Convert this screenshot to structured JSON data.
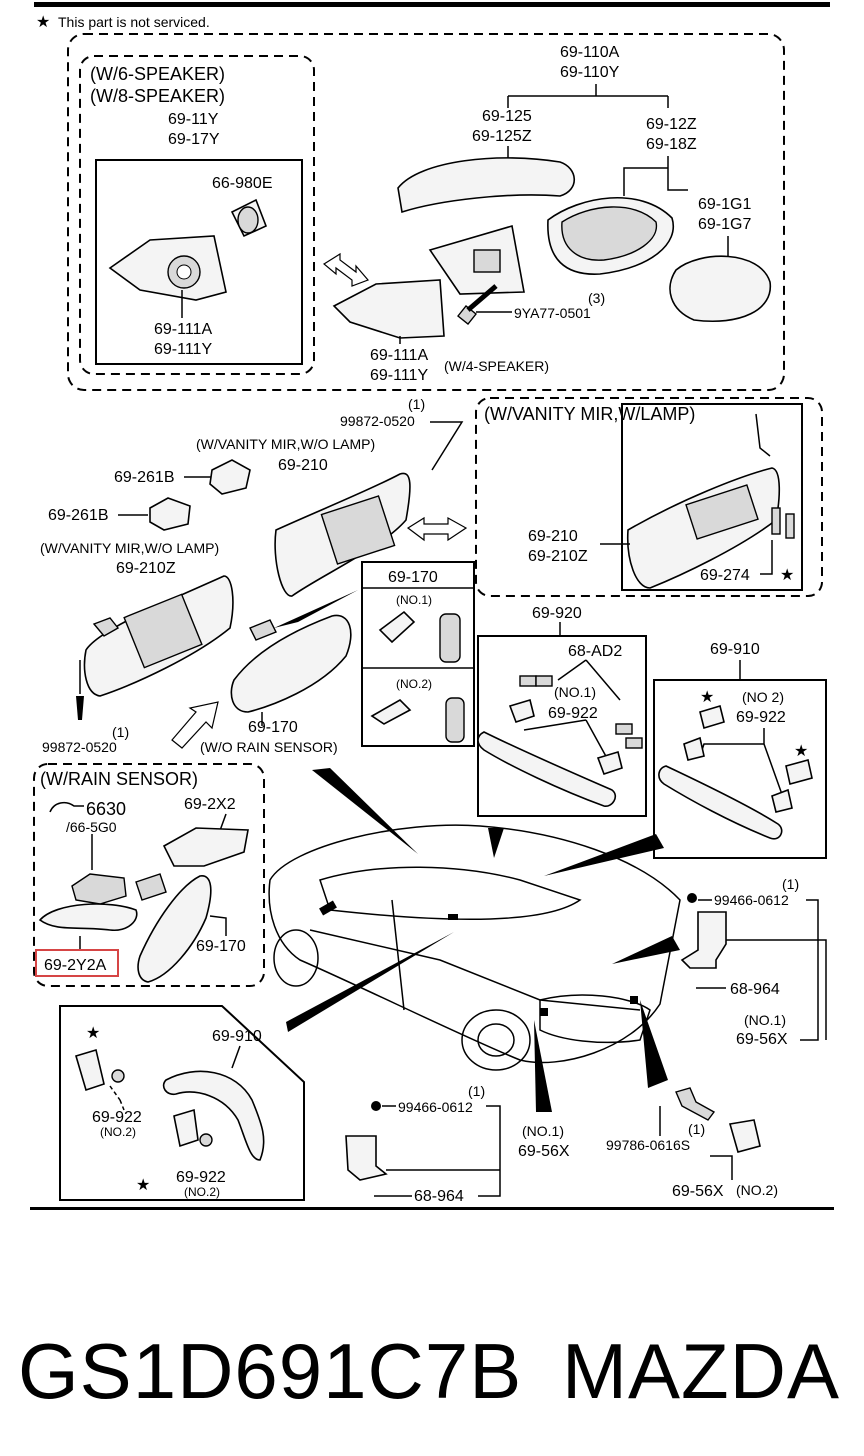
{
  "note": "This part is not serviced.",
  "groups": {
    "speaker": [
      "(W/6-SPEAKER)",
      "(W/8-SPEAKER)"
    ],
    "w4_speaker": "(W/4-SPEAKER)",
    "vanity_wo_lamp_1": "(W/VANITY MIR,W/O LAMP)",
    "vanity_wo_lamp_2": "(W/VANITY MIR,W/O LAMP)",
    "vanity_w_lamp": "(W/VANITY MIR,W/LAMP)",
    "rain_sensor": "(W/RAIN SENSOR)",
    "wo_rain_sensor": "(W/O RAIN SENSOR)",
    "no1": "(NO.1)",
    "no2": "(NO.2)",
    "no2_paren": "(NO 2)"
  },
  "parts": {
    "p69_110": [
      "69-110A",
      "69-110Y"
    ],
    "p69_11": [
      "69-11Y",
      "69-17Y"
    ],
    "p66_980E": "66-980E",
    "p69_111_a": [
      "69-111A",
      "69-111Y"
    ],
    "p69_111_b": [
      "69-111A",
      "69-111Y"
    ],
    "p69_125": [
      "69-125",
      "69-125Z"
    ],
    "p69_12Z": [
      "69-12Z",
      "69-18Z"
    ],
    "p69_1G": [
      "69-1G1",
      "69-1G7"
    ],
    "p9YA77": "9YA77-0501",
    "qty3": "(3)",
    "qty1": "(1)",
    "p99872_a": "99872-0520",
    "p99872_b": "99872-0520",
    "p69_261B_a": "69-261B",
    "p69_261B_b": "69-261B",
    "p69_210": "69-210",
    "p69_210Z": "69-210Z",
    "p69_210_lamp": [
      "69-210",
      "69-210Z"
    ],
    "p69_274": "69-274",
    "p69_170_box": "69-170",
    "p69_170": "69-170",
    "p69_170_rain": "69-170",
    "p69_920": "69-920",
    "p68_AD2": "68-AD2",
    "p69_922": "69-922",
    "p69_910": "69-910",
    "p6630": "6630",
    "p66_5G0": "/66-5G0",
    "p69_2X2": "69-2X2",
    "p69_2Y2A": "69-2Y2A",
    "p99466_a": "99466-0612",
    "p99466_b": "99466-0612",
    "p68_964_a": "68-964",
    "p68_964_b": "68-964",
    "p69_56X": "69-56X",
    "p99786": "99786-0616S"
  },
  "footer": {
    "part_number": "GS1D691C7B",
    "brand": "MAZDA"
  },
  "colors": {
    "highlight": "#d64545"
  }
}
